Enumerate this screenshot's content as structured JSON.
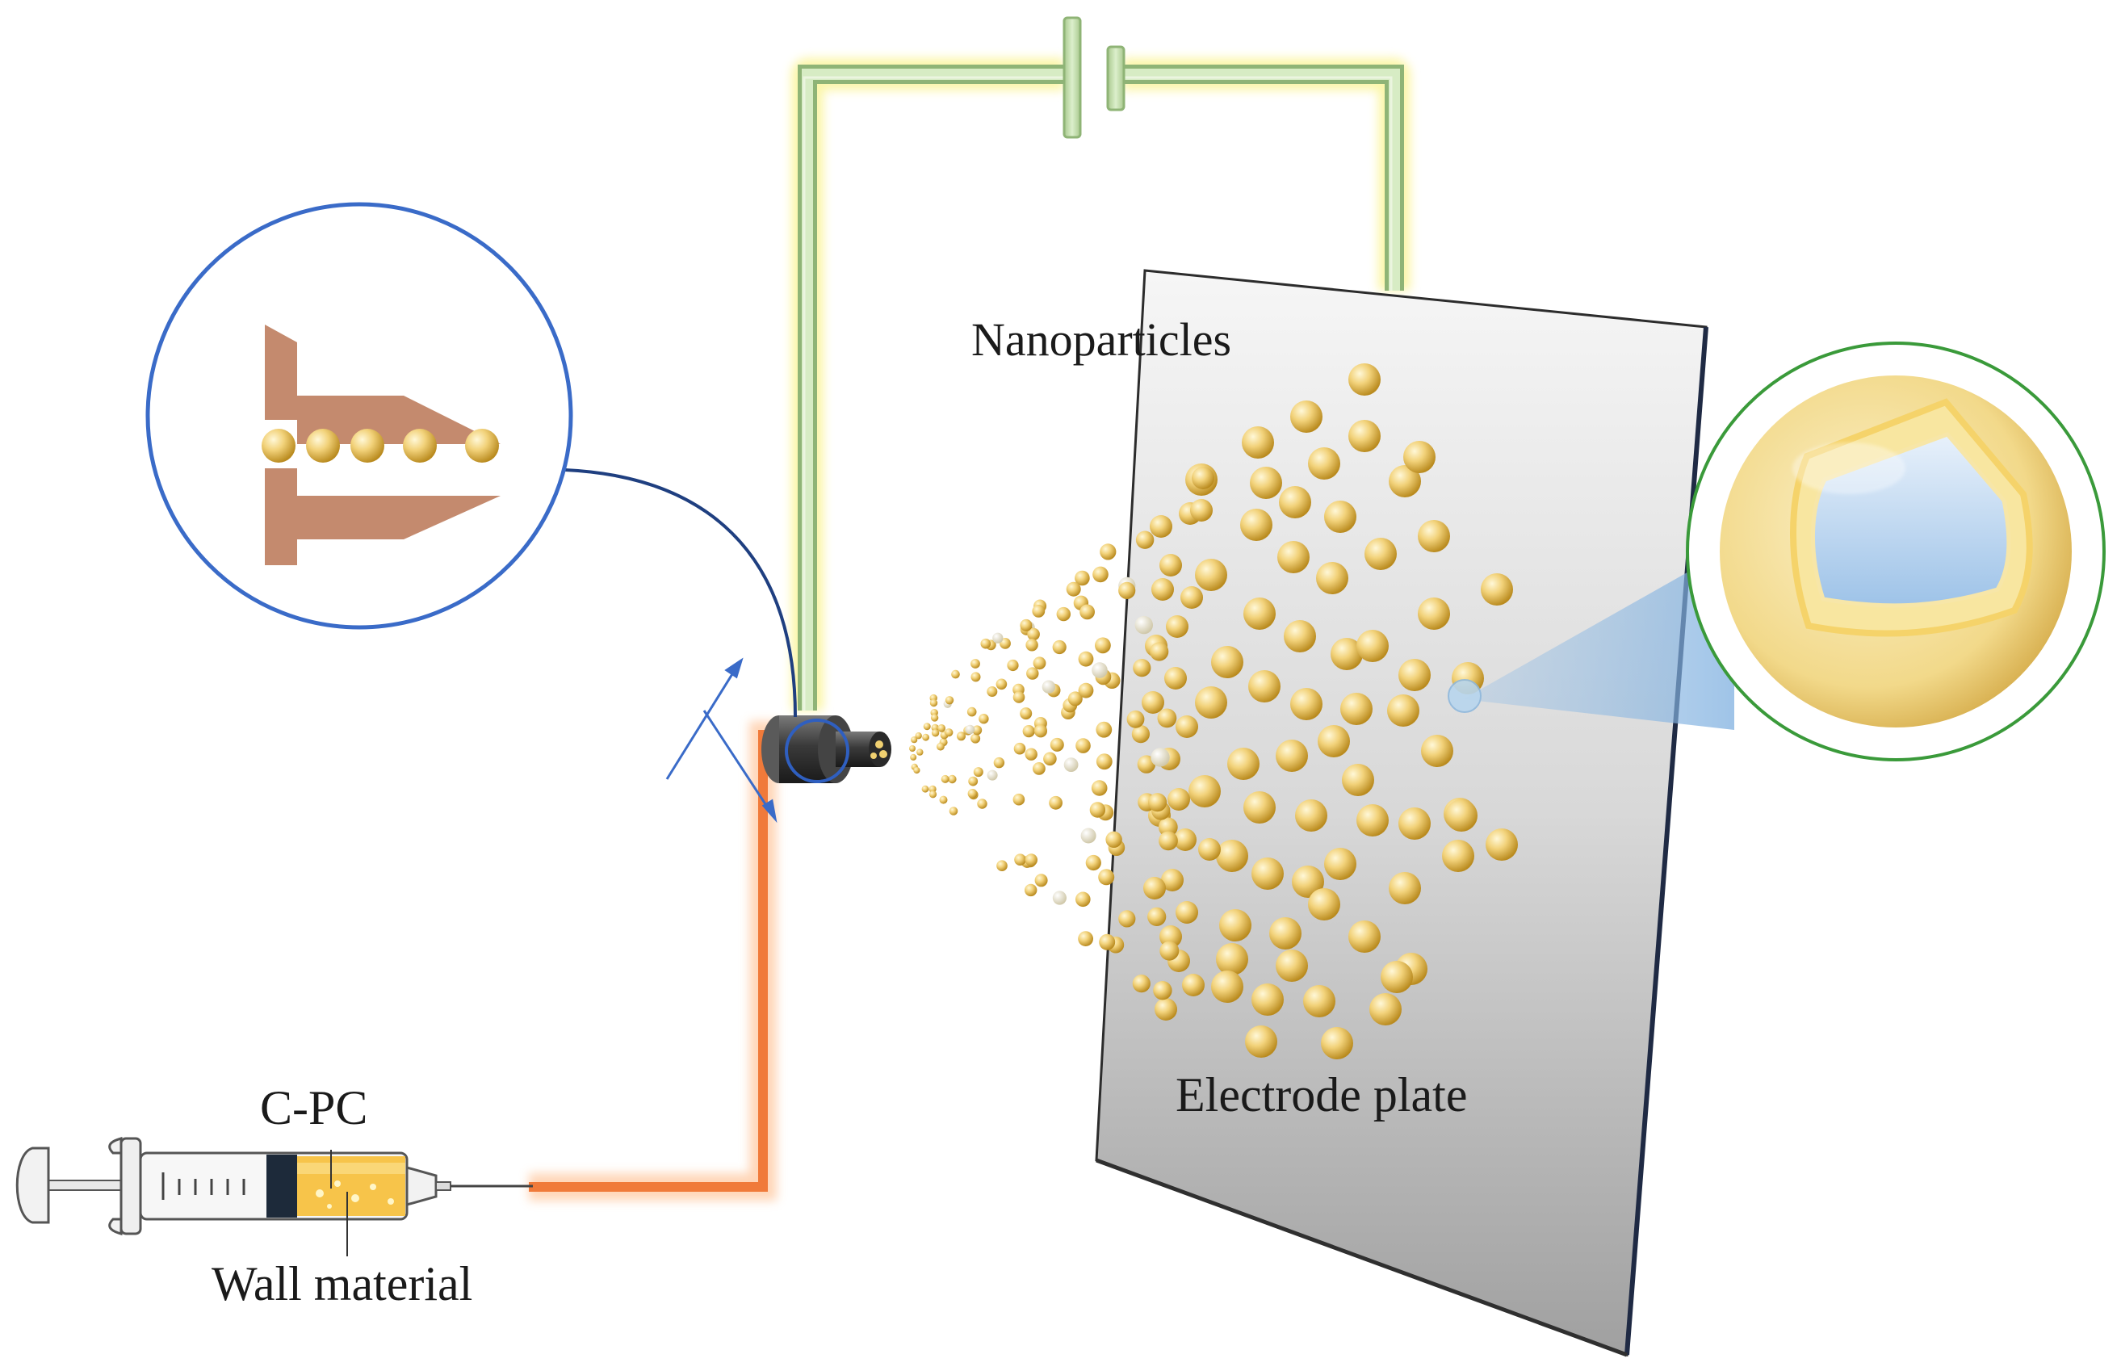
{
  "labels": {
    "nanoparticles": "Nanoparticles",
    "electrode_plate": "Electrode plate",
    "core_material": "C-PC",
    "wall_material": "Wall material"
  },
  "colors": {
    "wire_green": "#c8e0b4",
    "wire_glow": "#fbf5a0",
    "feed_tube": "#f08a50",
    "feed_glow": "#ffd2b0",
    "nozzle_outline": "#3a6bc8",
    "zoom_circle_left": "#3a6bc8",
    "zoom_circle_right": "#3a9a3a",
    "needle_tip": "#c08a6a",
    "particle_gold": "#e8c050",
    "plate_gradient_top": "#f5f5f5",
    "plate_gradient_bottom": "#9a9a9a",
    "liquid_yellow": "#f7c44a"
  },
  "icons": [
    "battery-icon",
    "nozzle-icon",
    "syringe-icon",
    "needle-tip-icon",
    "capsule-icon",
    "motion-arrows-icon"
  ]
}
